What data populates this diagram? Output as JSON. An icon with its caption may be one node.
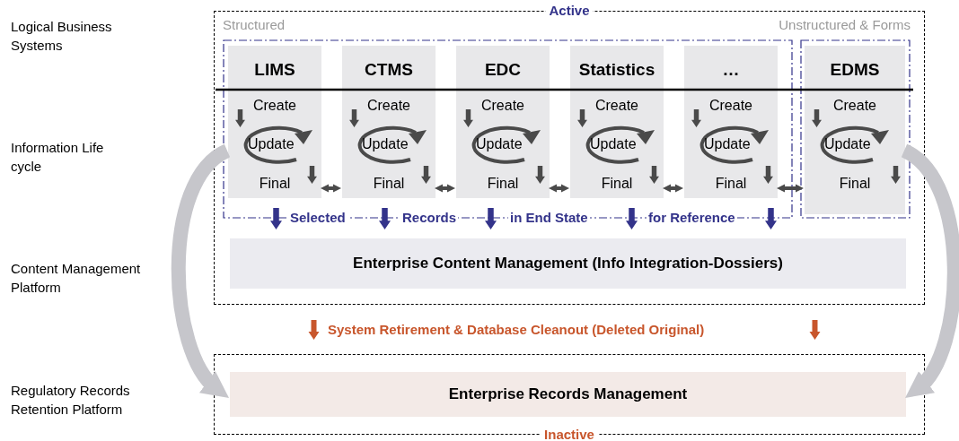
{
  "diagram": {
    "nodes": [
      {
        "text": [
          "Active"
        ]
      },
      {
        "text": [
          "Structured"
        ],
        "in": 0
      },
      {
        "text": [
          "LIMS",
          "Create",
          "Update",
          "Final"
        ],
        "in": 1
      },
      {
        "text": [
          "CTMS",
          "Create",
          "Update",
          "Final"
        ],
        "in": 1
      },
      {
        "text": [
          "EDC",
          "Create",
          "Update",
          "Final"
        ],
        "in": 1
      },
      {
        "text": [
          "Statistics",
          "Create",
          "Update",
          "Final"
        ],
        "in": 1
      },
      {
        "text": [
          "…",
          "Create",
          "Update",
          "Final"
        ],
        "in": 1
      },
      {
        "text": [
          "Unstructured & Forms"
        ],
        "in": 0
      },
      {
        "text": [
          "EDMS",
          "Create",
          "Update",
          "Final"
        ],
        "in": 7
      },
      {
        "text": [
          "Enterprise Content Management (Info Integration-Dossiers)"
        ],
        "in": 0
      },
      {
        "text": [
          "Inactive"
        ]
      },
      {
        "text": [
          "Enterprise Records Management"
        ],
        "in": 10
      }
    ],
    "edges": [
      {
        "from": 2,
        "to": 3,
        "arrow": "both"
      },
      {
        "from": 3,
        "to": 4,
        "arrow": "both"
      },
      {
        "from": 4,
        "to": 5,
        "arrow": "both"
      },
      {
        "from": 5,
        "to": 6,
        "arrow": "both"
      },
      {
        "from": 6,
        "to": 8,
        "arrow": "both"
      },
      {
        "from": 2,
        "to": 11,
        "arrow": "to",
        "style": "thick",
        "color": "#c6c6cb"
      },
      {
        "from": 8,
        "to": 11,
        "arrow": "to",
        "style": "thick",
        "color": "#c6c6cb"
      }
    ],
    "labels": [
      "Logical Business Systems",
      "Information Life cycle",
      "Selected",
      "Records",
      "in End State",
      "for Reference",
      "Content Management Platform",
      "System Retirement & Database Cleanout (Deleted Original)",
      "Regulatory Records Retention Platform"
    ]
  }
}
